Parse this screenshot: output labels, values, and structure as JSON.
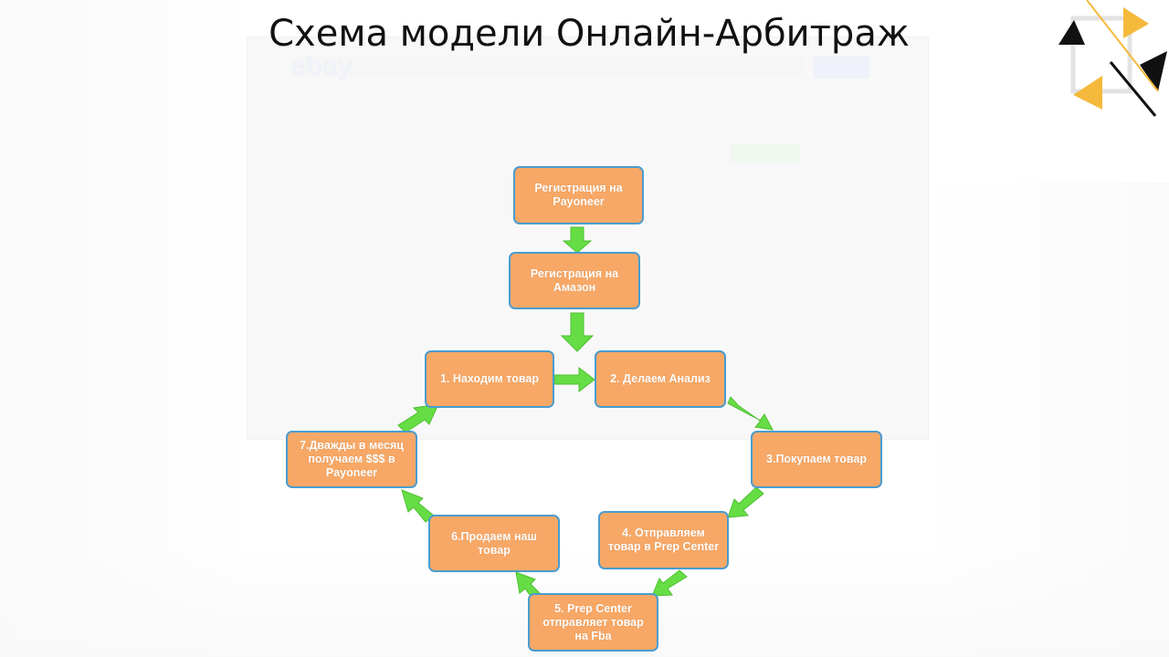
{
  "title": "Схема модели Онлайн-Арбитраж",
  "background": {
    "brand_text": "ebay"
  },
  "colors": {
    "box_fill": "#f8a866",
    "box_border": "#4a9ccf",
    "arrow_fill": "#66dd44",
    "logo_yellow": "#f5b93b",
    "logo_black": "#111111"
  },
  "steps": {
    "payoneer": "Регистрация на Payoneer",
    "amazon": "Регистрация на Амазон",
    "step1": "1. Находим товар",
    "step2": "2. Делаем Анализ",
    "step3": "3.Покупаем товар",
    "step4": "4. Отправляем товар в Prep Center",
    "step5": "5. Prep Center отправляет товар на Fba",
    "step6": "6.Продаем наш товар",
    "step7": "7.Дважды в месяц получаем $$$ в Payoneer"
  }
}
